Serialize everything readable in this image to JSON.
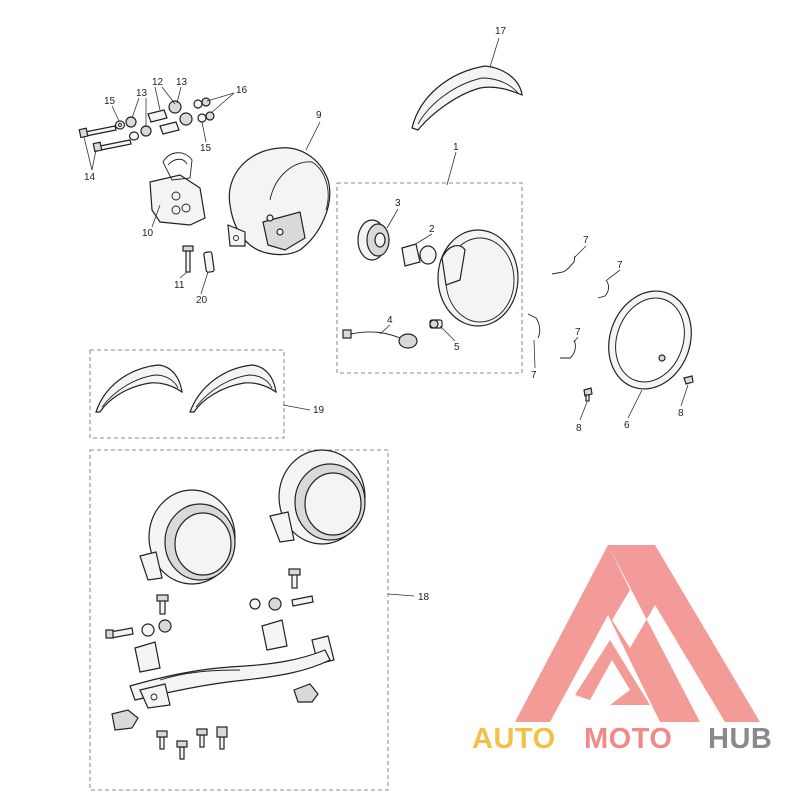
{
  "callouts": {
    "c1": "1",
    "c2": "2",
    "c3": "3",
    "c4": "4",
    "c5": "5",
    "c6": "6",
    "c7a": "7",
    "c7b": "7",
    "c7c": "7",
    "c7d": "7",
    "c8a": "8",
    "c8b": "8",
    "c9": "9",
    "c10": "10",
    "c11": "11",
    "c12": "12",
    "c13a": "13",
    "c13b": "13",
    "c14": "14",
    "c15a": "15",
    "c15b": "15",
    "c16": "16",
    "c17": "17",
    "c18": "18",
    "c19": "19",
    "c20": "20"
  },
  "watermark": {
    "part1": "AUTO",
    "part2": "MOTO",
    "part3": "HUB",
    "color_auto": "#f3c04a",
    "color_moto": "#f08a86",
    "color_hub": "#8a8a8a",
    "color_logo": "#f08a86"
  }
}
